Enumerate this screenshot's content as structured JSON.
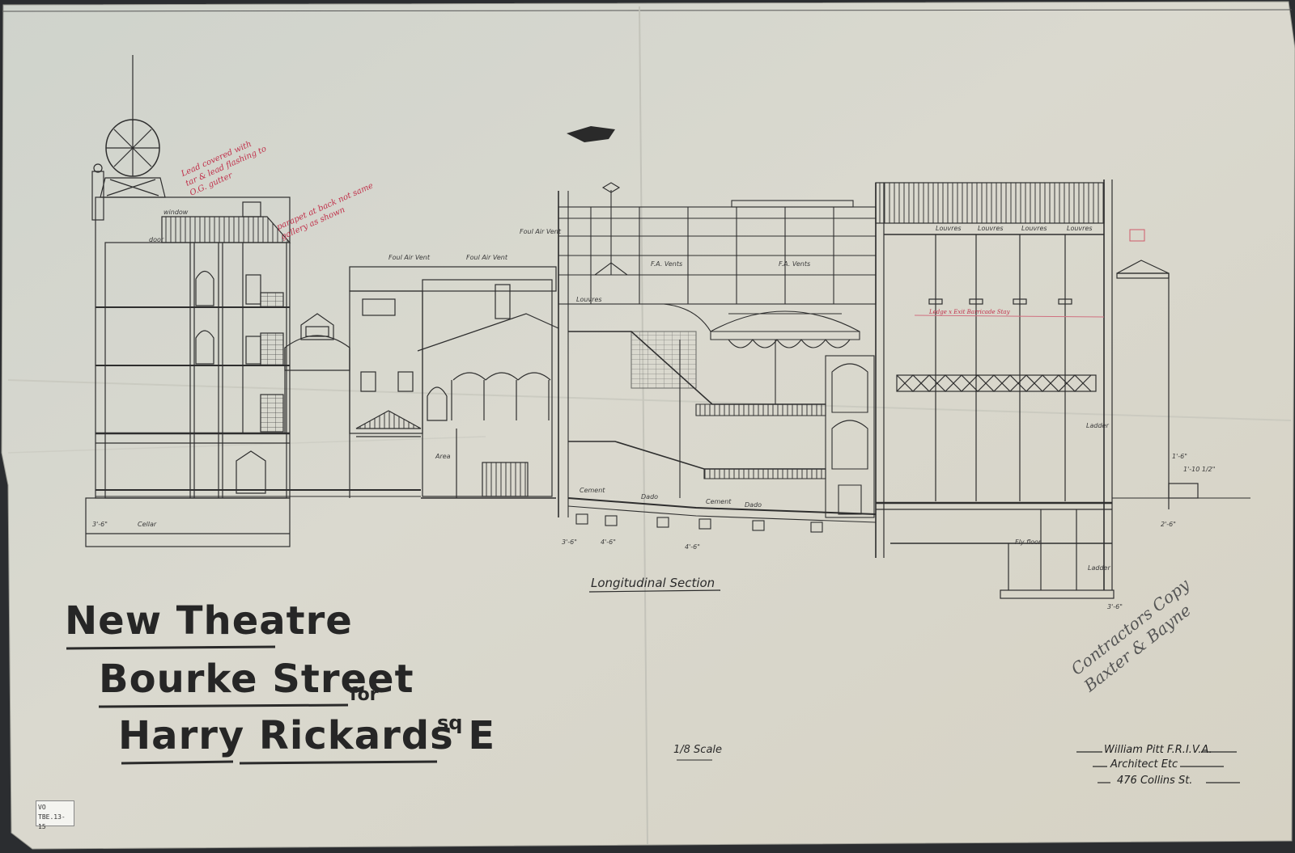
{
  "document": {
    "title_line1": "New Theatre",
    "title_line2": "Bourke Street",
    "title_line2_suffix": "for",
    "title_line3": "Harry Rickards E",
    "title_line3_suffix": "sq",
    "drawing_label": "Longitudinal Section",
    "scale": "1/8 Scale",
    "architect_line1": "William Pitt F.R.I.V.A.",
    "architect_line2": "Architect Etc",
    "architect_line3": "476 Collins St.",
    "pencil_note": "Contractors Copy Baxter & Bayne",
    "stamp_line1": "VO",
    "stamp_line2": "TBE.13-15"
  },
  "annotations": {
    "red_note_1": "Lead covered with tar & lead flashing to O.G. gutter",
    "red_note_2": "parapet at back not same gallery as shown",
    "red_note_3": "Ledge x Exit Barricade Stay",
    "labels": {
      "foul_air_vent_1": "Foul Air Vent",
      "foul_air_vent_2": "Foul Air Vent",
      "foul_air_vent_3": "Foul Air Vent",
      "fa_vents": "F.A. Vents",
      "fa_vents_2": "F.A. Vents",
      "louvres_1": "Louvres",
      "louvres_2": "Louvres",
      "louvres_3": "Louvres",
      "louvres_4": "Louvres",
      "louvres_5": "Louvres",
      "cellar": "Cellar",
      "area": "Area",
      "cement": "Cement",
      "dado": "Dado",
      "cement_2": "Cement",
      "dado_2": "Dado",
      "ladder": "Ladder",
      "ladder_2": "Ladder",
      "window": "window",
      "door": "door",
      "fly_floor": "Fly floor",
      "dim_3_6_a": "3'-6\"",
      "dim_3_6_b": "3'-6\"",
      "dim_3_6_c": "3'-6\"",
      "dim_4_6": "4'-6\"",
      "dim_4_6_b": "4'-6\"",
      "dim_2_6": "2'-6\"",
      "dim_1_6": "1'-6\"",
      "dim_10_6": "1'-10 1/2\""
    }
  },
  "colors": {
    "paper": "#d8d8cf",
    "ink": "#2a2a2a",
    "red_ink": "#c0304a",
    "frame": "#2b2d30"
  }
}
